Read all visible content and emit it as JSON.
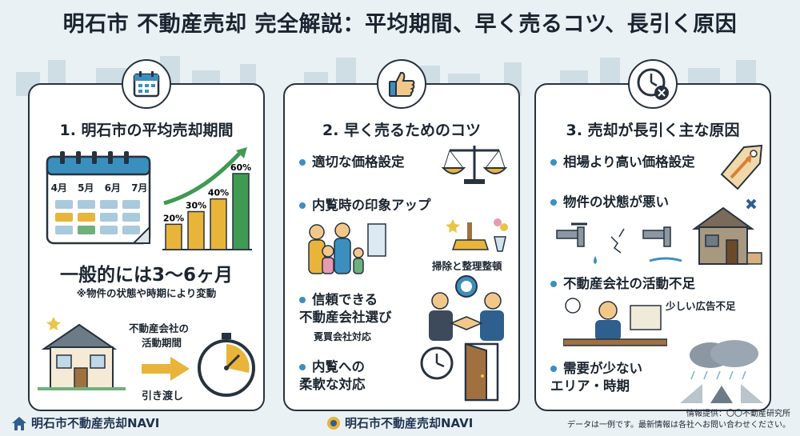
{
  "title": "明石市 不動産売却 完全解説：平均期間、早く売るコツ、長引く原因",
  "card1": {
    "heading": "1. 明石市の平均売却期間",
    "months": [
      "4月",
      "5月",
      "6月",
      "7月"
    ],
    "bars": [
      {
        "label": "20%",
        "value": 20
      },
      {
        "label": "30%",
        "value": 30
      },
      {
        "label": "40%",
        "value": 40
      },
      {
        "label": "60%",
        "value": 60
      }
    ],
    "typical": "一般的には3〜6ヶ月",
    "typical_note": "※物件の状態や時期により変動",
    "activity_label_1": "不動産会社の",
    "activity_label_2": "活動期間",
    "handover": "引き渡し"
  },
  "card2": {
    "heading": "2. 早く売るためのコツ",
    "item1": "適切な価格設定",
    "item2": "内覧時の印象アップ",
    "cleaning": "掃除と整理整頓",
    "item3_line1": "信頼できる",
    "item3_line2": "不動産会社選び",
    "item3_sub": "覔買会社対応",
    "item4_line1": "内覧への",
    "item4_line2": "柔軟な対応"
  },
  "card3": {
    "heading": "3. 売却が長引く主な原因",
    "item1": "相場より高い価格設定",
    "item2": "物件の状態が悪い",
    "item3": "不動産会社の活動不足",
    "item3_sub": "少しい広告不足",
    "item4_line1": "需要が少ない",
    "item4_line2": "エリア・時期"
  },
  "footer": {
    "left_brand": "明石市不動産売却NAVI",
    "center_brand": "明石市不動産売却NAVI",
    "info_line1": "情報提供：〇〇不動産研究所",
    "info_line2": "データは一例です。最新情報は各社へお問い合わせください。"
  },
  "colors": {
    "accent_blue": "#3b8fbf",
    "bar_green": "#3f9a52",
    "bar_yellow": "#e8b43a",
    "card_border": "#27323f"
  },
  "icons": [
    "calendar-icon",
    "thumbs-up-icon",
    "clock-cancel-icon",
    "house-icon",
    "stopwatch-icon",
    "scale-icon",
    "handshake-icon",
    "door-icon",
    "price-tag-icon",
    "faucet-icon",
    "old-house-icon",
    "rain-cloud-icon"
  ]
}
